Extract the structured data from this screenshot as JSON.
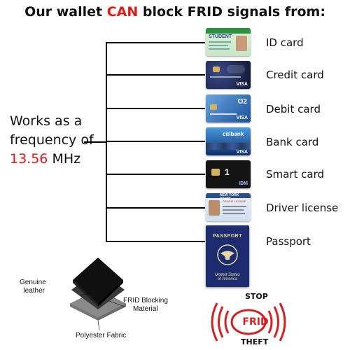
{
  "title": {
    "part1": "Our wallet ",
    "highlight": "CAN",
    "part2": " block FRID signals from:"
  },
  "frequency": {
    "line1": "Works as a",
    "line2": "frequency of",
    "value": "13.56",
    "unit": " MHz"
  },
  "cards": [
    {
      "label": "ID card",
      "header": "STUDENT"
    },
    {
      "label": "Credit card",
      "brand": "VISA"
    },
    {
      "label": "Debit card",
      "brand": "VISA",
      "issuer": "O2"
    },
    {
      "label": "Bank card",
      "issuer": "citibank",
      "brand": "VISA"
    },
    {
      "label": "Smart card",
      "brand": "IBM",
      "chip_text": "1"
    },
    {
      "label": "Driver license",
      "header": "NEW YORK STATE",
      "sub": "DRIVER LICENSE"
    },
    {
      "label": "Passport",
      "header": "PASSPORT",
      "footer1": "United States",
      "footer2": "of America"
    }
  ],
  "materials": {
    "genuine_leather": [
      "Genuine",
      "leather"
    ],
    "frid_blocking": [
      "FRID Blocking",
      "Material"
    ],
    "polyester": "Polyester Fabric"
  },
  "badge": {
    "top": "STOP",
    "center": "FRID",
    "bottom": "THEFT"
  },
  "colors": {
    "accent_red": "#e01818",
    "passport_blue": "#1d2c6e"
  }
}
